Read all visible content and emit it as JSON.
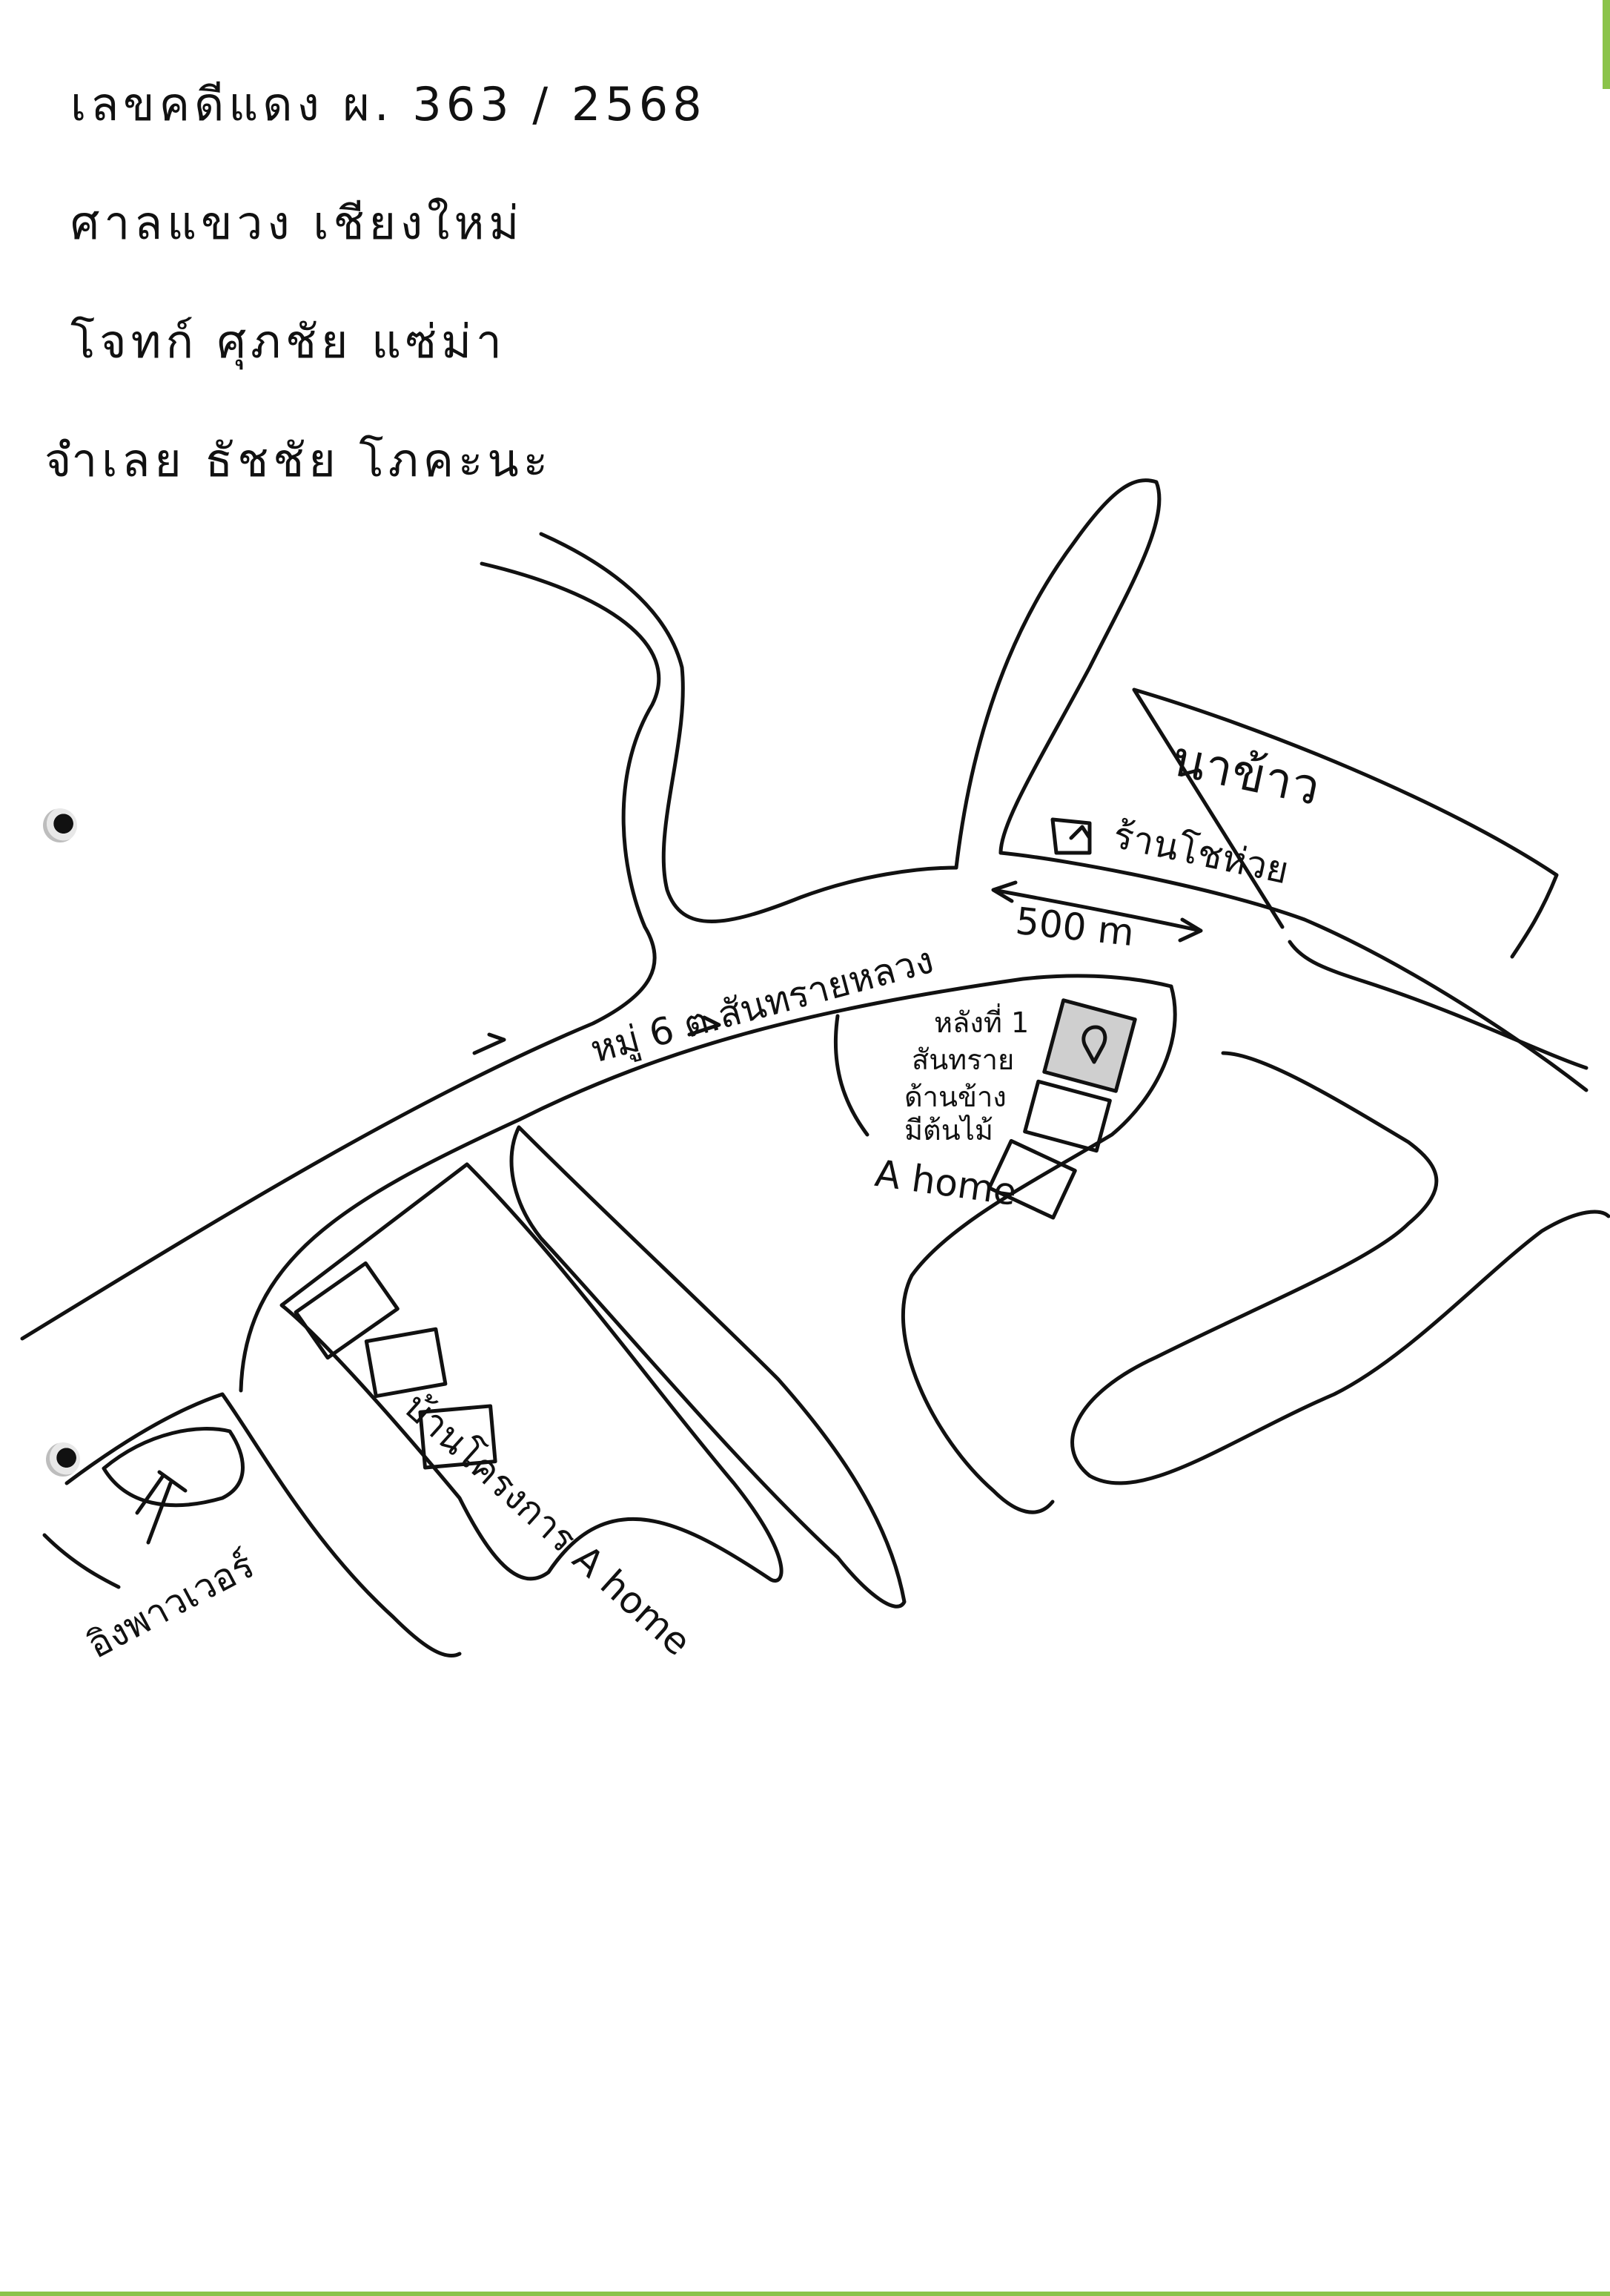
{
  "header": {
    "line1": "เลขคดีแดง ผ. 363 / 2568",
    "line2": "ศาลแขวง เชียงใหม่",
    "line3": "โจทก์ ศุภชัย แซ่ม่า",
    "line4": "จำเลย ธัชชัย โภคะนะ"
  },
  "map": {
    "rice_field": "นาข้าว",
    "shop": "ร้านโชห่วย",
    "distance": "500 m",
    "road": "หมู่ 6 ต.สันทรายหลวง",
    "target_note": [
      "หลังที่ 1",
      "สันทราย",
      "ด้านข้าง",
      "มีต้นไม้"
    ],
    "a_home": "A home",
    "project_homes": "บ้านโครงการ A home",
    "bottom_label": "อิงพาวเวอร์"
  }
}
